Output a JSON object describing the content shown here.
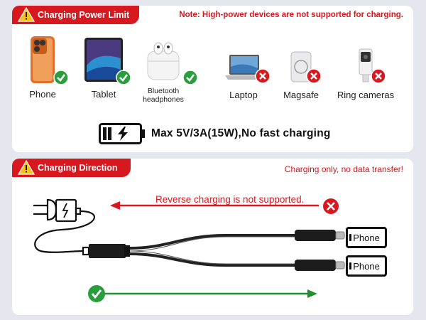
{
  "power_limit": {
    "title": "Charging Power Limit",
    "note": "Note: High-power devices are not supported for charging.",
    "devices": [
      {
        "label": "Phone",
        "supported": true
      },
      {
        "label": "Tablet",
        "supported": true
      },
      {
        "label": "Bluetooth headphones",
        "label_line1": "Bluetooth",
        "label_line2": "headphones",
        "supported": true
      },
      {
        "label": "Laptop",
        "supported": false
      },
      {
        "label": "Magsafe",
        "supported": false
      },
      {
        "label": "Ring cameras",
        "supported": false
      }
    ],
    "spec": "Max 5V/3A(15W),No fast charging"
  },
  "direction": {
    "title": "Charging Direction",
    "note": "Charging only, no data transfer!",
    "reverse_label": "Reverse charging is not supported.",
    "phone_labels": [
      "Phone",
      "Phone"
    ]
  },
  "colors": {
    "brand_red": "#d7181f",
    "check_green": "#2a9d3c",
    "arrow_green": "#1f8f2f"
  }
}
